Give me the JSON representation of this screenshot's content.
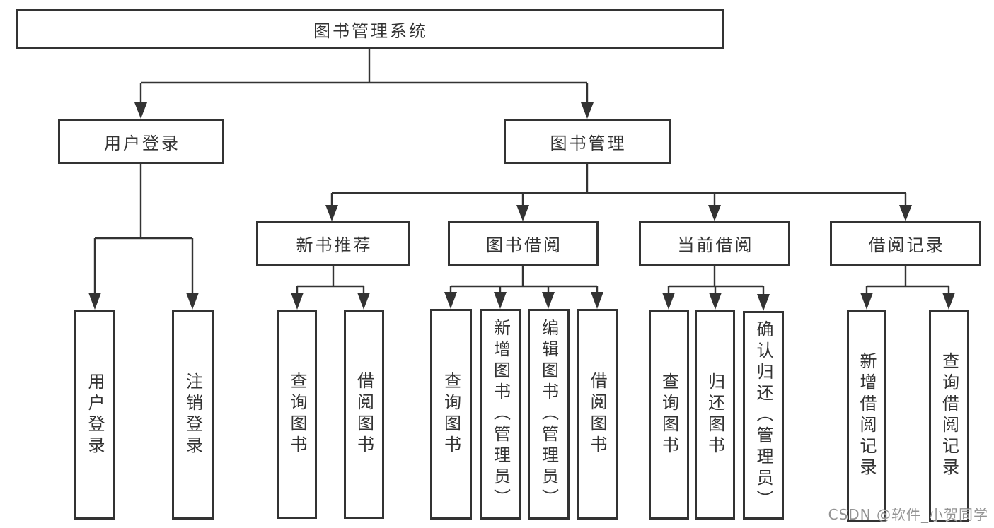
{
  "diagram_title": "图书管理系统",
  "nodes": {
    "root": {
      "label": "图书管理系统"
    },
    "user_login": {
      "label": "用户登录"
    },
    "book_mgmt": {
      "label": "图书管理"
    },
    "new_rec": {
      "label": "新书推荐"
    },
    "borrow": {
      "label": "图书借阅"
    },
    "current": {
      "label": "当前借阅"
    },
    "records": {
      "label": "借阅记录"
    },
    "ul_login": {
      "label": "用户登录"
    },
    "ul_logout": {
      "label": "注销登录"
    },
    "nr_query": {
      "label": "查询图书"
    },
    "nr_borrow": {
      "label": "借阅图书"
    },
    "bb_query": {
      "label": "查询图书"
    },
    "bb_add": {
      "label": "新增图书（管理员）"
    },
    "bb_edit": {
      "label": "编辑图书（管理员）"
    },
    "bb_borrow": {
      "label": "借阅图书"
    },
    "cb_query": {
      "label": "查询图书"
    },
    "cb_return": {
      "label": "归还图书"
    },
    "cb_confirm": {
      "label": "确认归还（管理员）"
    },
    "br_add": {
      "label": "新增借阅记录"
    },
    "br_query": {
      "label": "查询借阅记录"
    }
  },
  "hierarchy": {
    "图书管理系统": {
      "用户登录": [
        "用户登录",
        "注销登录"
      ],
      "图书管理": {
        "新书推荐": [
          "查询图书",
          "借阅图书"
        ],
        "图书借阅": [
          "查询图书",
          "新增图书（管理员）",
          "编辑图书（管理员）",
          "借阅图书"
        ],
        "当前借阅": [
          "查询图书",
          "归还图书",
          "确认归还（管理员）"
        ],
        "借阅记录": [
          "新增借阅记录",
          "查询借阅记录"
        ]
      }
    }
  },
  "watermark": {
    "text": "CSDN @软件_小贺同学"
  },
  "colors": {
    "line": "#333333",
    "text": "#333333",
    "box_fill": "#ffffff",
    "watermark": "#9a9a9a",
    "background": "#ffffff"
  }
}
